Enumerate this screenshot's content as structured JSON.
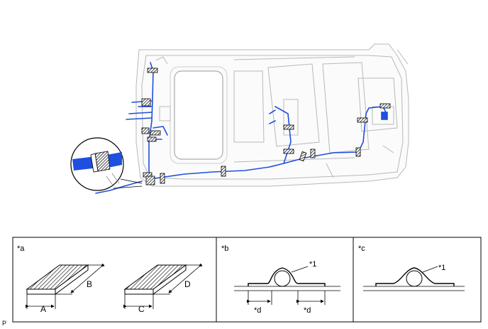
{
  "panels": {
    "a": {
      "label": "*a",
      "pad1": {
        "length": "A",
        "width": "B"
      },
      "pad2": {
        "length": "C",
        "width": "D"
      }
    },
    "b": {
      "label": "*b",
      "callout": "*1",
      "offset_left": "*d",
      "offset_right": "*d"
    },
    "c": {
      "label": "*c",
      "callout": "*1"
    }
  },
  "corner_label": "P",
  "colors": {
    "harness": "#1f4fe0",
    "outline": "#000000",
    "body_line": "#b8b8b8",
    "hatch": "#000000"
  },
  "icons": [
    "vehicle-floor-outline",
    "wire-harness",
    "tape-pad",
    "magnifier-callout",
    "tube-cross-section"
  ]
}
